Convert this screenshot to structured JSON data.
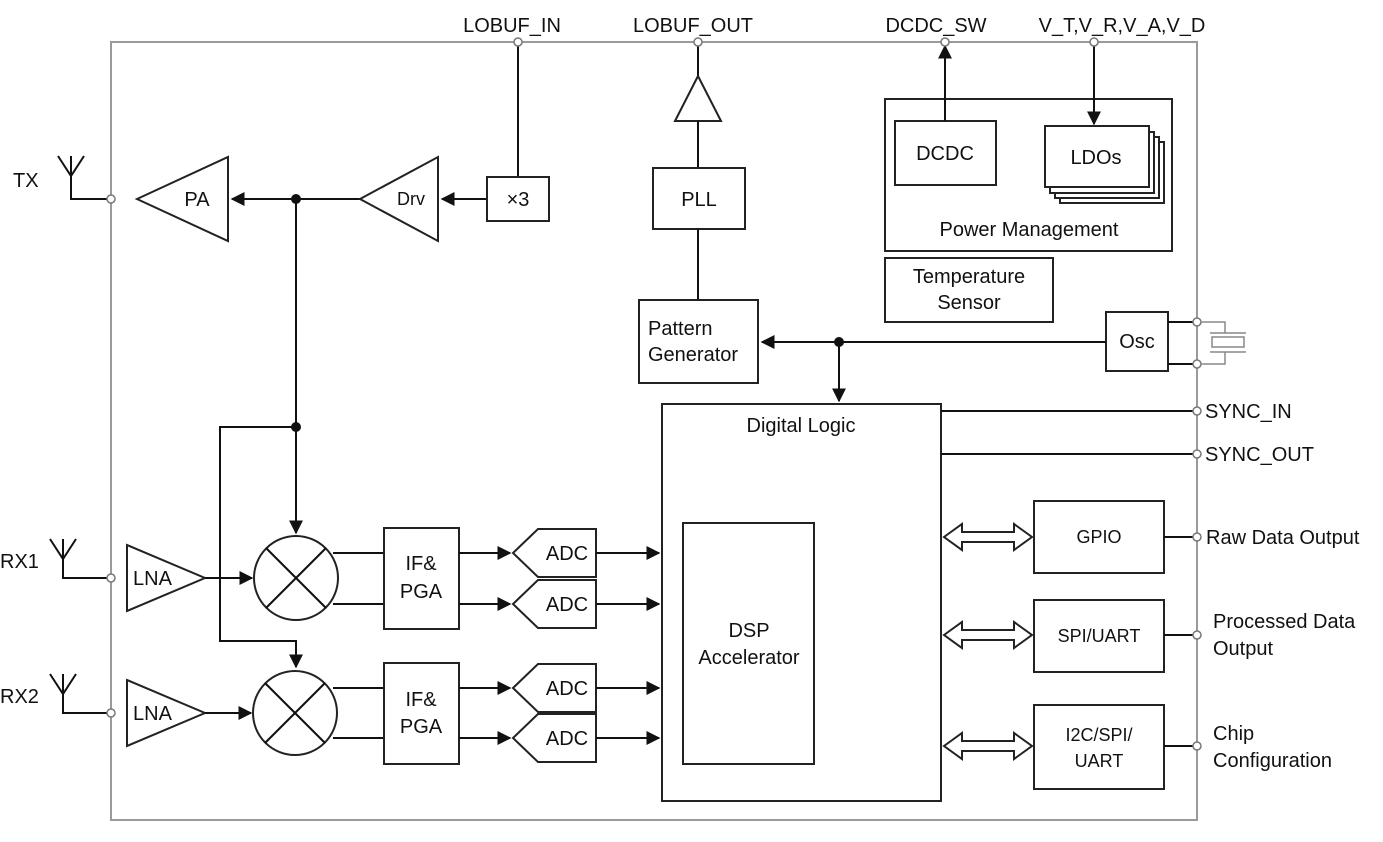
{
  "pins": {
    "lobuf_in": "LOBUF_IN",
    "lobuf_out": "LOBUF_OUT",
    "dcdc_sw": "DCDC_SW",
    "vrails": "V_T,V_R,V_A,V_D",
    "tx": "TX",
    "rx1": "RX1",
    "rx2": "RX2",
    "sync_in": "SYNC_IN",
    "sync_out": "SYNC_OUT",
    "raw_data": "Raw Data Output",
    "processed_line1": "Processed Data",
    "processed_line2": "Output",
    "chipcfg_line1": "Chip",
    "chipcfg_line2": "Configuration"
  },
  "blocks": {
    "pa": "PA",
    "drv": "Drv",
    "x3": "×3",
    "pll": "PLL",
    "pattern_line1": "Pattern",
    "pattern_line2": "Generator",
    "dcdc": "DCDC",
    "ldos": "LDOs",
    "power_mgmt": "Power Management",
    "temp_line1": "Temperature",
    "temp_line2": "Sensor",
    "osc": "Osc",
    "digital_logic": "Digital Logic",
    "dsp_line1": "DSP",
    "dsp_line2": "Accelerator",
    "gpio": "GPIO",
    "spi_uart": "SPI/UART",
    "i2c_line1": "I2C/SPI/",
    "i2c_line2": "UART",
    "lna": "LNA",
    "ifpga_line1": "IF&",
    "ifpga_line2": "PGA",
    "adc": "ADC"
  }
}
